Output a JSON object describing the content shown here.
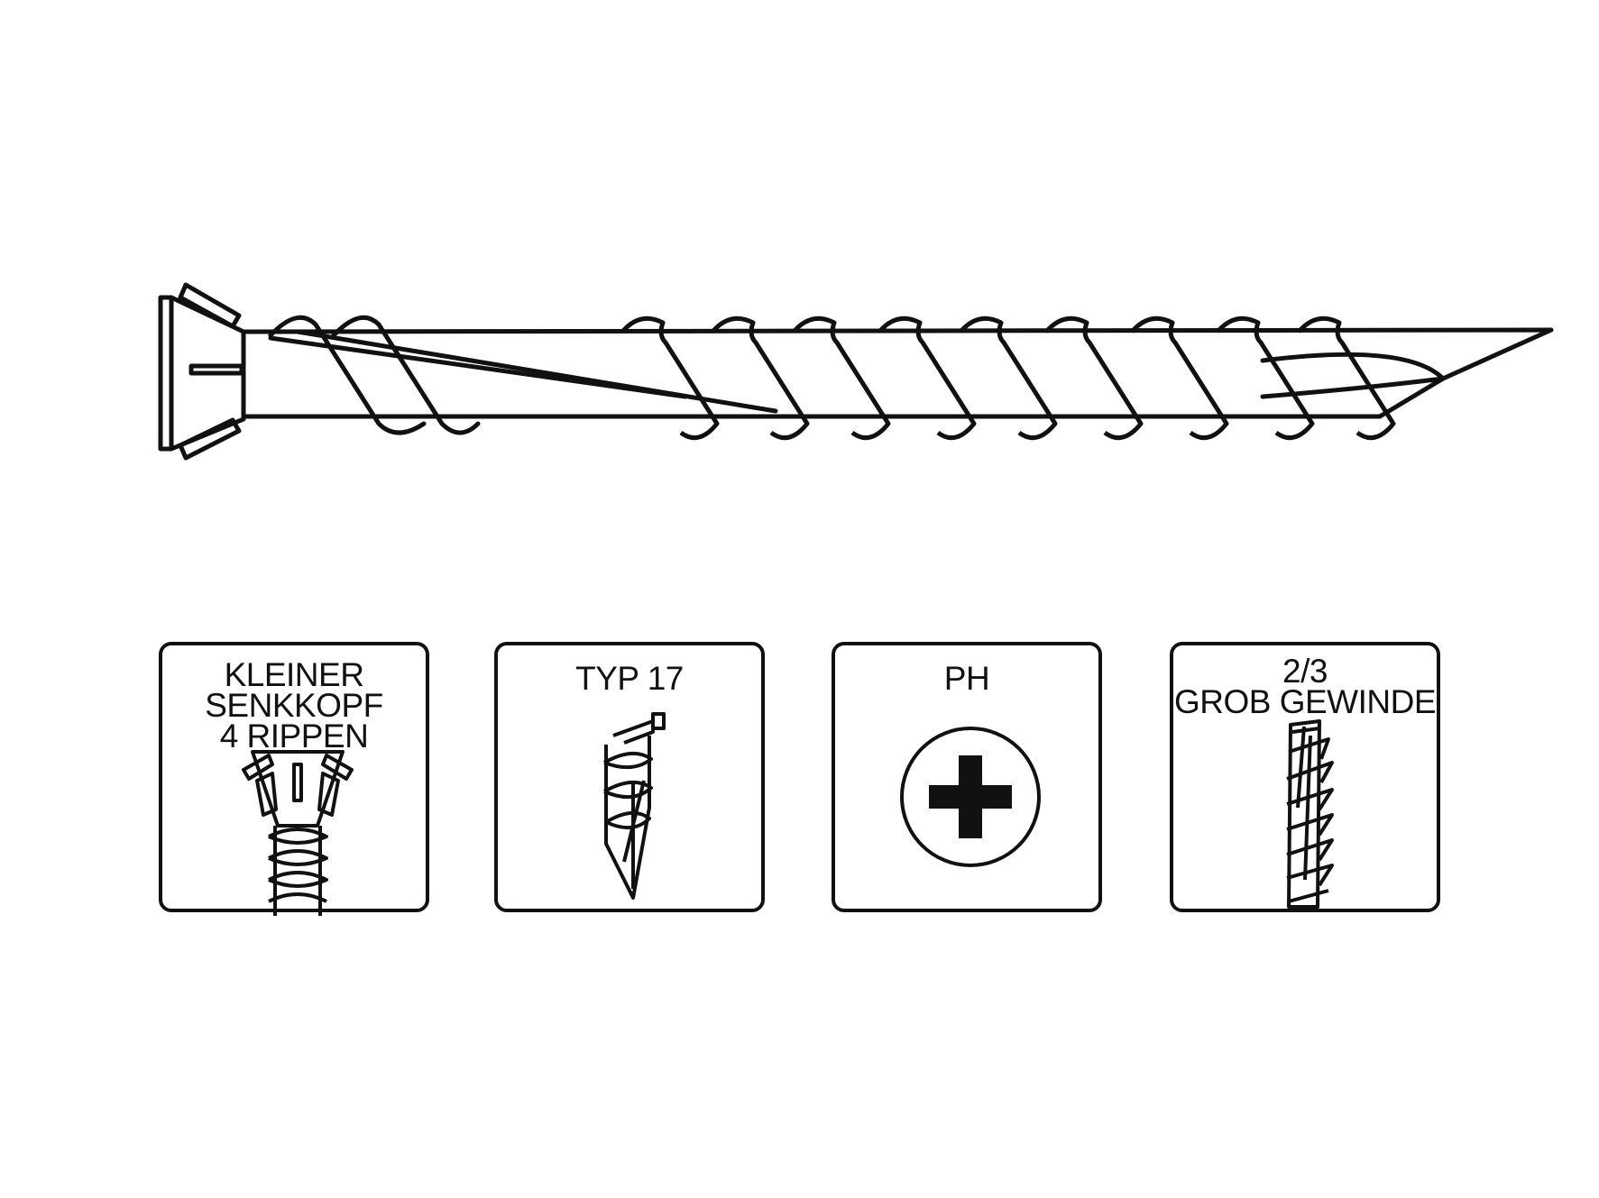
{
  "colors": {
    "line": "#111111",
    "background": "#ffffff"
  },
  "main_illustration": {
    "icon": "wood-screw-side-view-icon"
  },
  "features": [
    {
      "icon": "countersunk-head-with-ribs-icon",
      "label_lines": [
        "KLEINER",
        "SENKKOPF",
        "4 RIPPEN"
      ]
    },
    {
      "icon": "type-17-cutting-tip-icon",
      "label_lines": [
        "TYP 17"
      ]
    },
    {
      "icon": "phillips-drive-icon",
      "label_lines": [
        "PH"
      ]
    },
    {
      "icon": "coarse-partial-thread-icon",
      "label_lines": [
        "2/3",
        "GROB GEWINDE"
      ]
    }
  ]
}
